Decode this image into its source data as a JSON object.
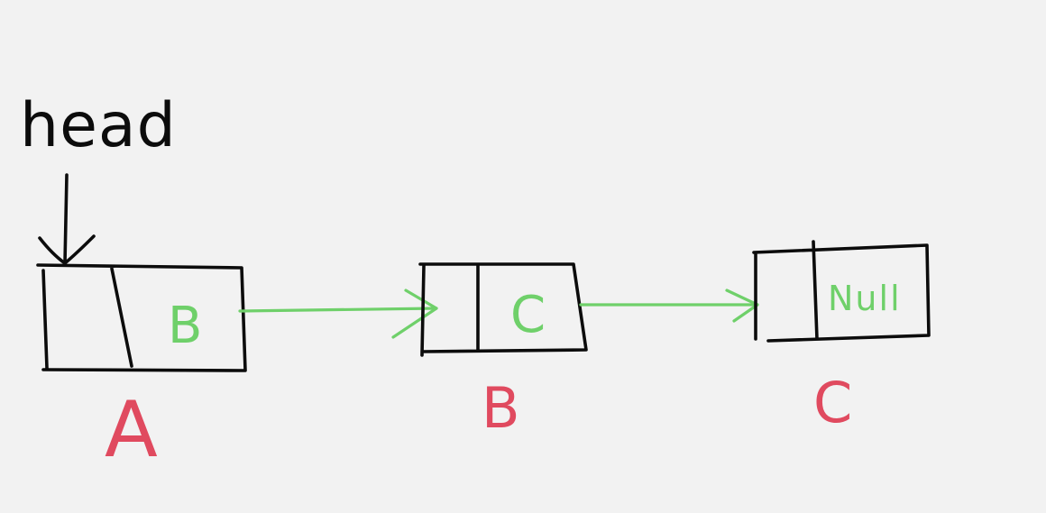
{
  "head_label": "head",
  "nodes": [
    {
      "name": "A",
      "next_value": "B"
    },
    {
      "name": "B",
      "next_value": "C"
    },
    {
      "name": "C",
      "next_value": "Null"
    }
  ],
  "colors": {
    "background": "#f2f2f2",
    "ink": "#0c0c0c",
    "pointer": "#6fd06a",
    "node_label": "#e04a5f"
  }
}
